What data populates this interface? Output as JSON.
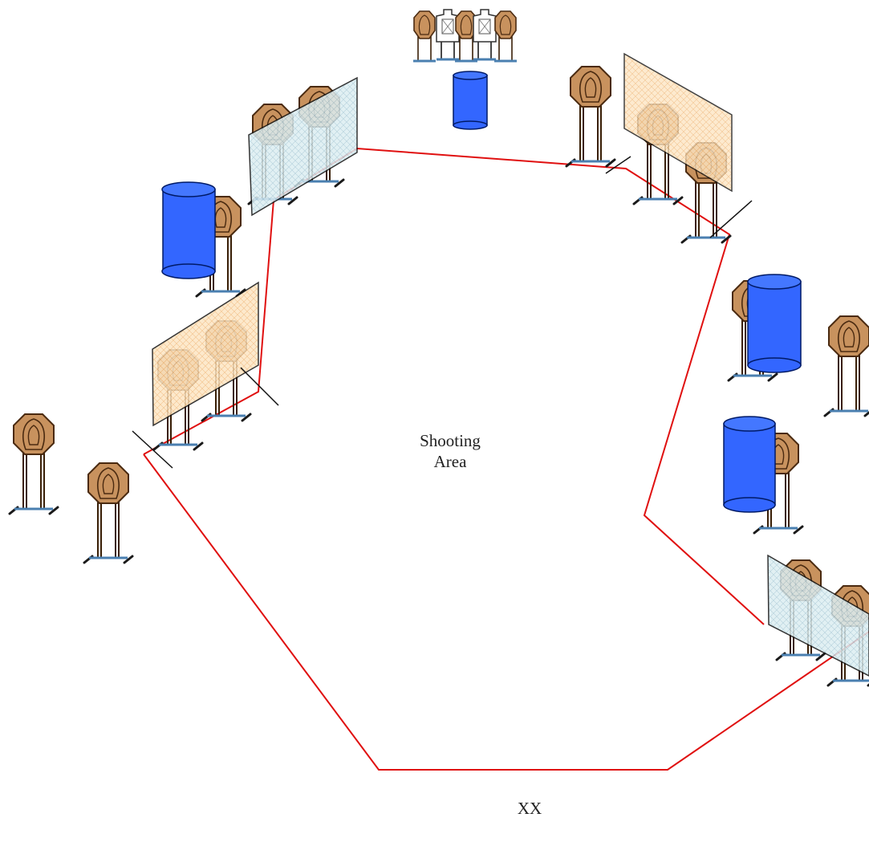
{
  "labels": {
    "area_line1": "Shooting",
    "area_line2": "Area",
    "start_marker": "XX"
  },
  "colors": {
    "fault_line": "#e01010",
    "target_fill": "#c8925e",
    "target_stroke": "#4a2a10",
    "barrel_fill": "#3366ff",
    "barrel_stroke": "#001a66",
    "no_shoot_fill": "#ffffff",
    "wall_soft_cover": "#dceef2",
    "wall_hard_cover": "#fbe0b8",
    "stand_base": "#4a7fb0"
  },
  "icons": {
    "steel_target": "octagon-paper-target",
    "no_shoot": "white-no-shoot-target",
    "barrel": "blue-barrel",
    "wall": "mesh-wall"
  }
}
